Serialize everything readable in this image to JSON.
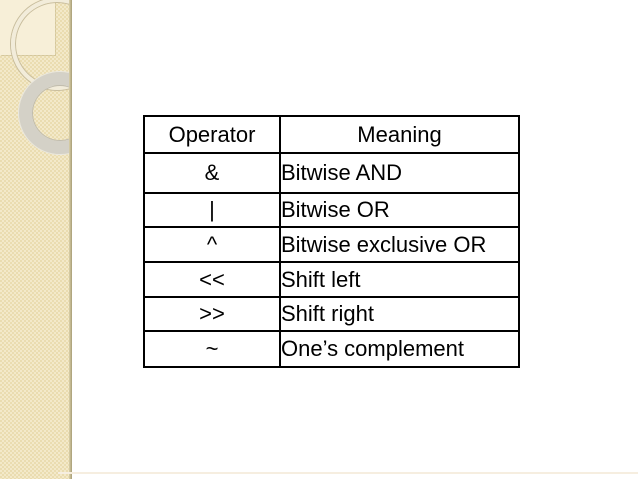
{
  "slide": {
    "colors": {
      "background": "#ffffff",
      "sidebar_beige": "#eee0b8",
      "sidebar_light_square": "#f7efd8",
      "ring_gray": "#d4d1c7",
      "table_border": "#000000",
      "text": "#000000"
    }
  },
  "table": {
    "headers": {
      "operator": "Operator",
      "meaning": "Meaning"
    },
    "rows": [
      {
        "operator": "&",
        "meaning": "Bitwise AND"
      },
      {
        "operator": "|",
        "meaning": "Bitwise OR"
      },
      {
        "operator": "^",
        "meaning": "Bitwise exclusive OR"
      },
      {
        "operator": "<<",
        "meaning": "Shift left"
      },
      {
        "operator": ">>",
        "meaning": "Shift right"
      },
      {
        "operator": "~",
        "meaning": "One’s complement"
      }
    ]
  }
}
